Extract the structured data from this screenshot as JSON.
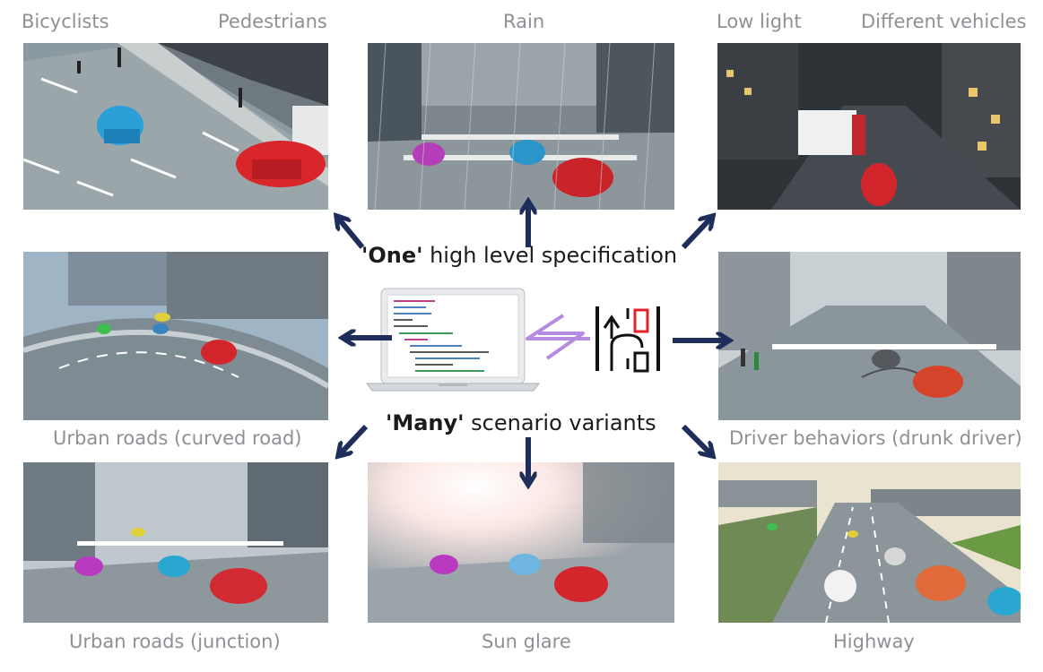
{
  "labels": {
    "bicyclists": "Bicyclists",
    "pedestrians": "Pedestrians",
    "rain": "Rain",
    "low_light": "Low light",
    "different_vehicles": "Different vehicles",
    "urban_curved": "Urban roads (curved road)",
    "driver_behaviors": "Driver behaviors (drunk driver)",
    "urban_junction": "Urban roads (junction)",
    "sun_glare": "Sun glare",
    "highway": "Highway"
  },
  "center": {
    "top_bold": "'One'",
    "top_rest": " high level specification",
    "bottom_bold": "'Many'",
    "bottom_rest": " scenario variants"
  },
  "colors": {
    "arrow": "#1f2d5a",
    "swap_arrow": "#b48be0",
    "label": "#8e9095",
    "road_icon_red": "#e0242d"
  }
}
